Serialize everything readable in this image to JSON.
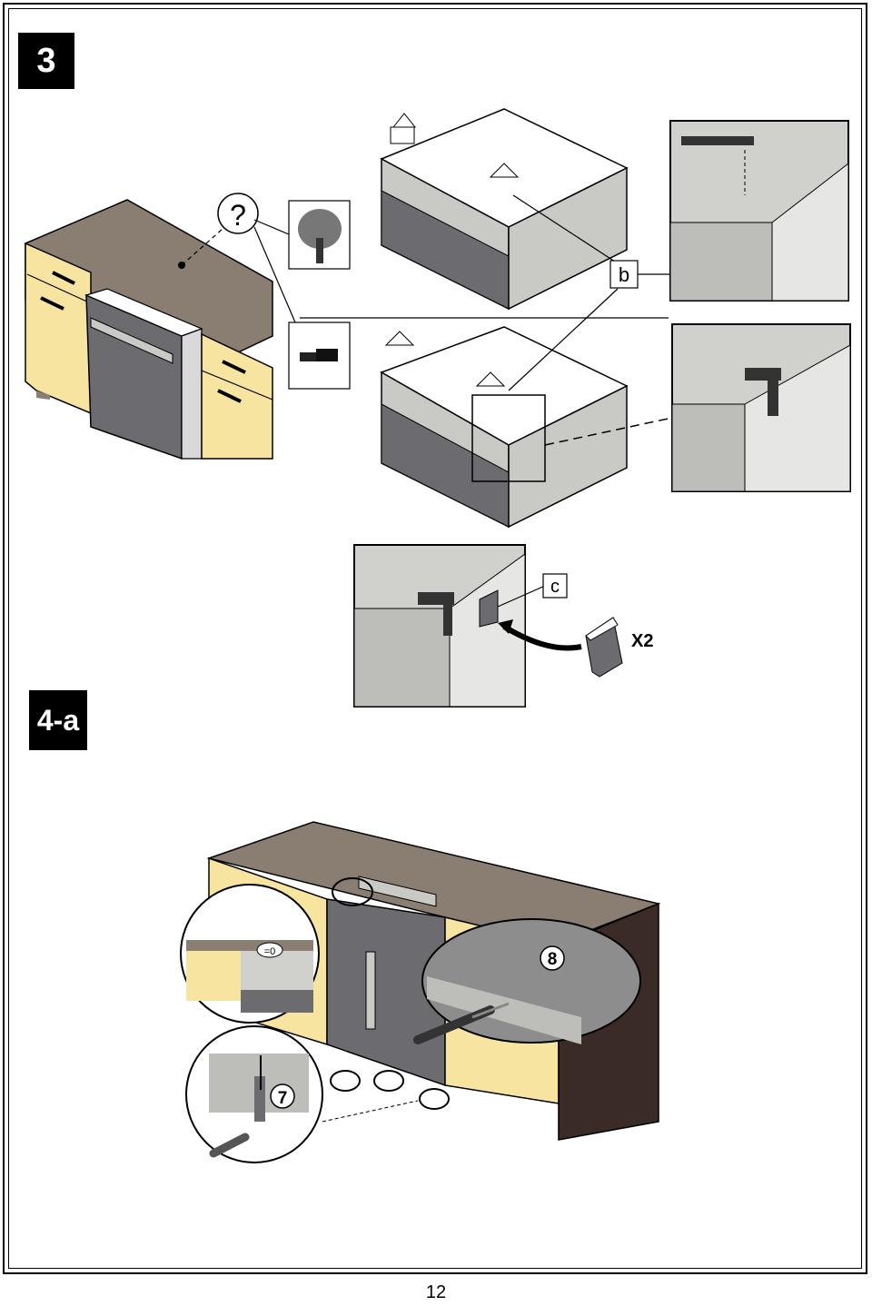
{
  "page": {
    "number": "12"
  },
  "steps": {
    "step3": "3",
    "step4a": "4-a"
  },
  "callouts": {
    "b": "b",
    "c": "c",
    "x2": "X2",
    "question": "?",
    "eq0": "=0",
    "seven": "7",
    "eight": "8"
  },
  "colors": {
    "countertop": "#8a7d72",
    "cabinet_front": "#f6e4a0",
    "appliance_dark": "#6b6b70",
    "appliance_light": "#c9c9c6",
    "cabinet_side": "#3a2b26"
  }
}
